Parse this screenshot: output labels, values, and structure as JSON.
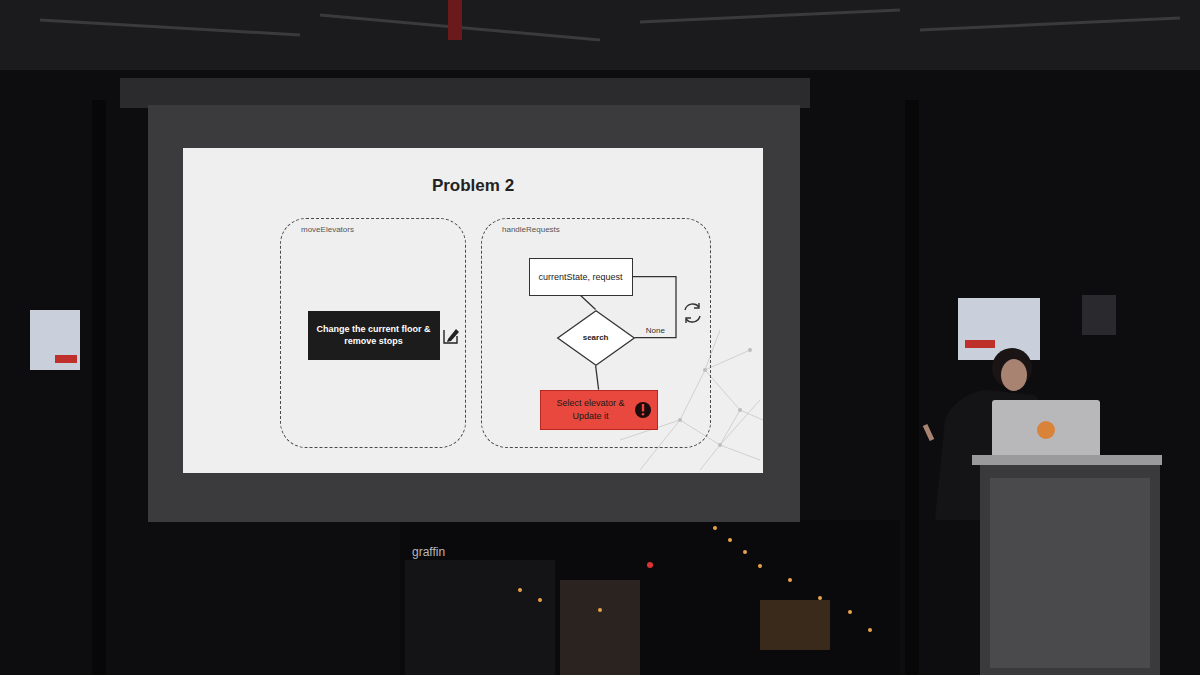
{
  "diagram": {
    "title": "Problem 2",
    "nodes": [
      {
        "text": [
          "moveElevators"
        ]
      },
      {
        "text": [
          "Change the current floor & remove stops"
        ],
        "in": 0
      },
      {
        "text": [
          "handleRequests"
        ]
      },
      {
        "text": [
          "currentState, request"
        ],
        "in": 2
      },
      {
        "text": [
          "search"
        ],
        "in": 2
      },
      {
        "text": [
          "Select elevator & Update it"
        ],
        "in": 2
      }
    ],
    "edges": [
      {
        "from": 3,
        "to": 4,
        "arrow": "none"
      },
      {
        "from": 4,
        "to": 3,
        "label": "None",
        "arrow": "none"
      },
      {
        "from": 4,
        "to": 5,
        "arrow": "none"
      }
    ],
    "labels": [
      "graffin"
    ]
  }
}
